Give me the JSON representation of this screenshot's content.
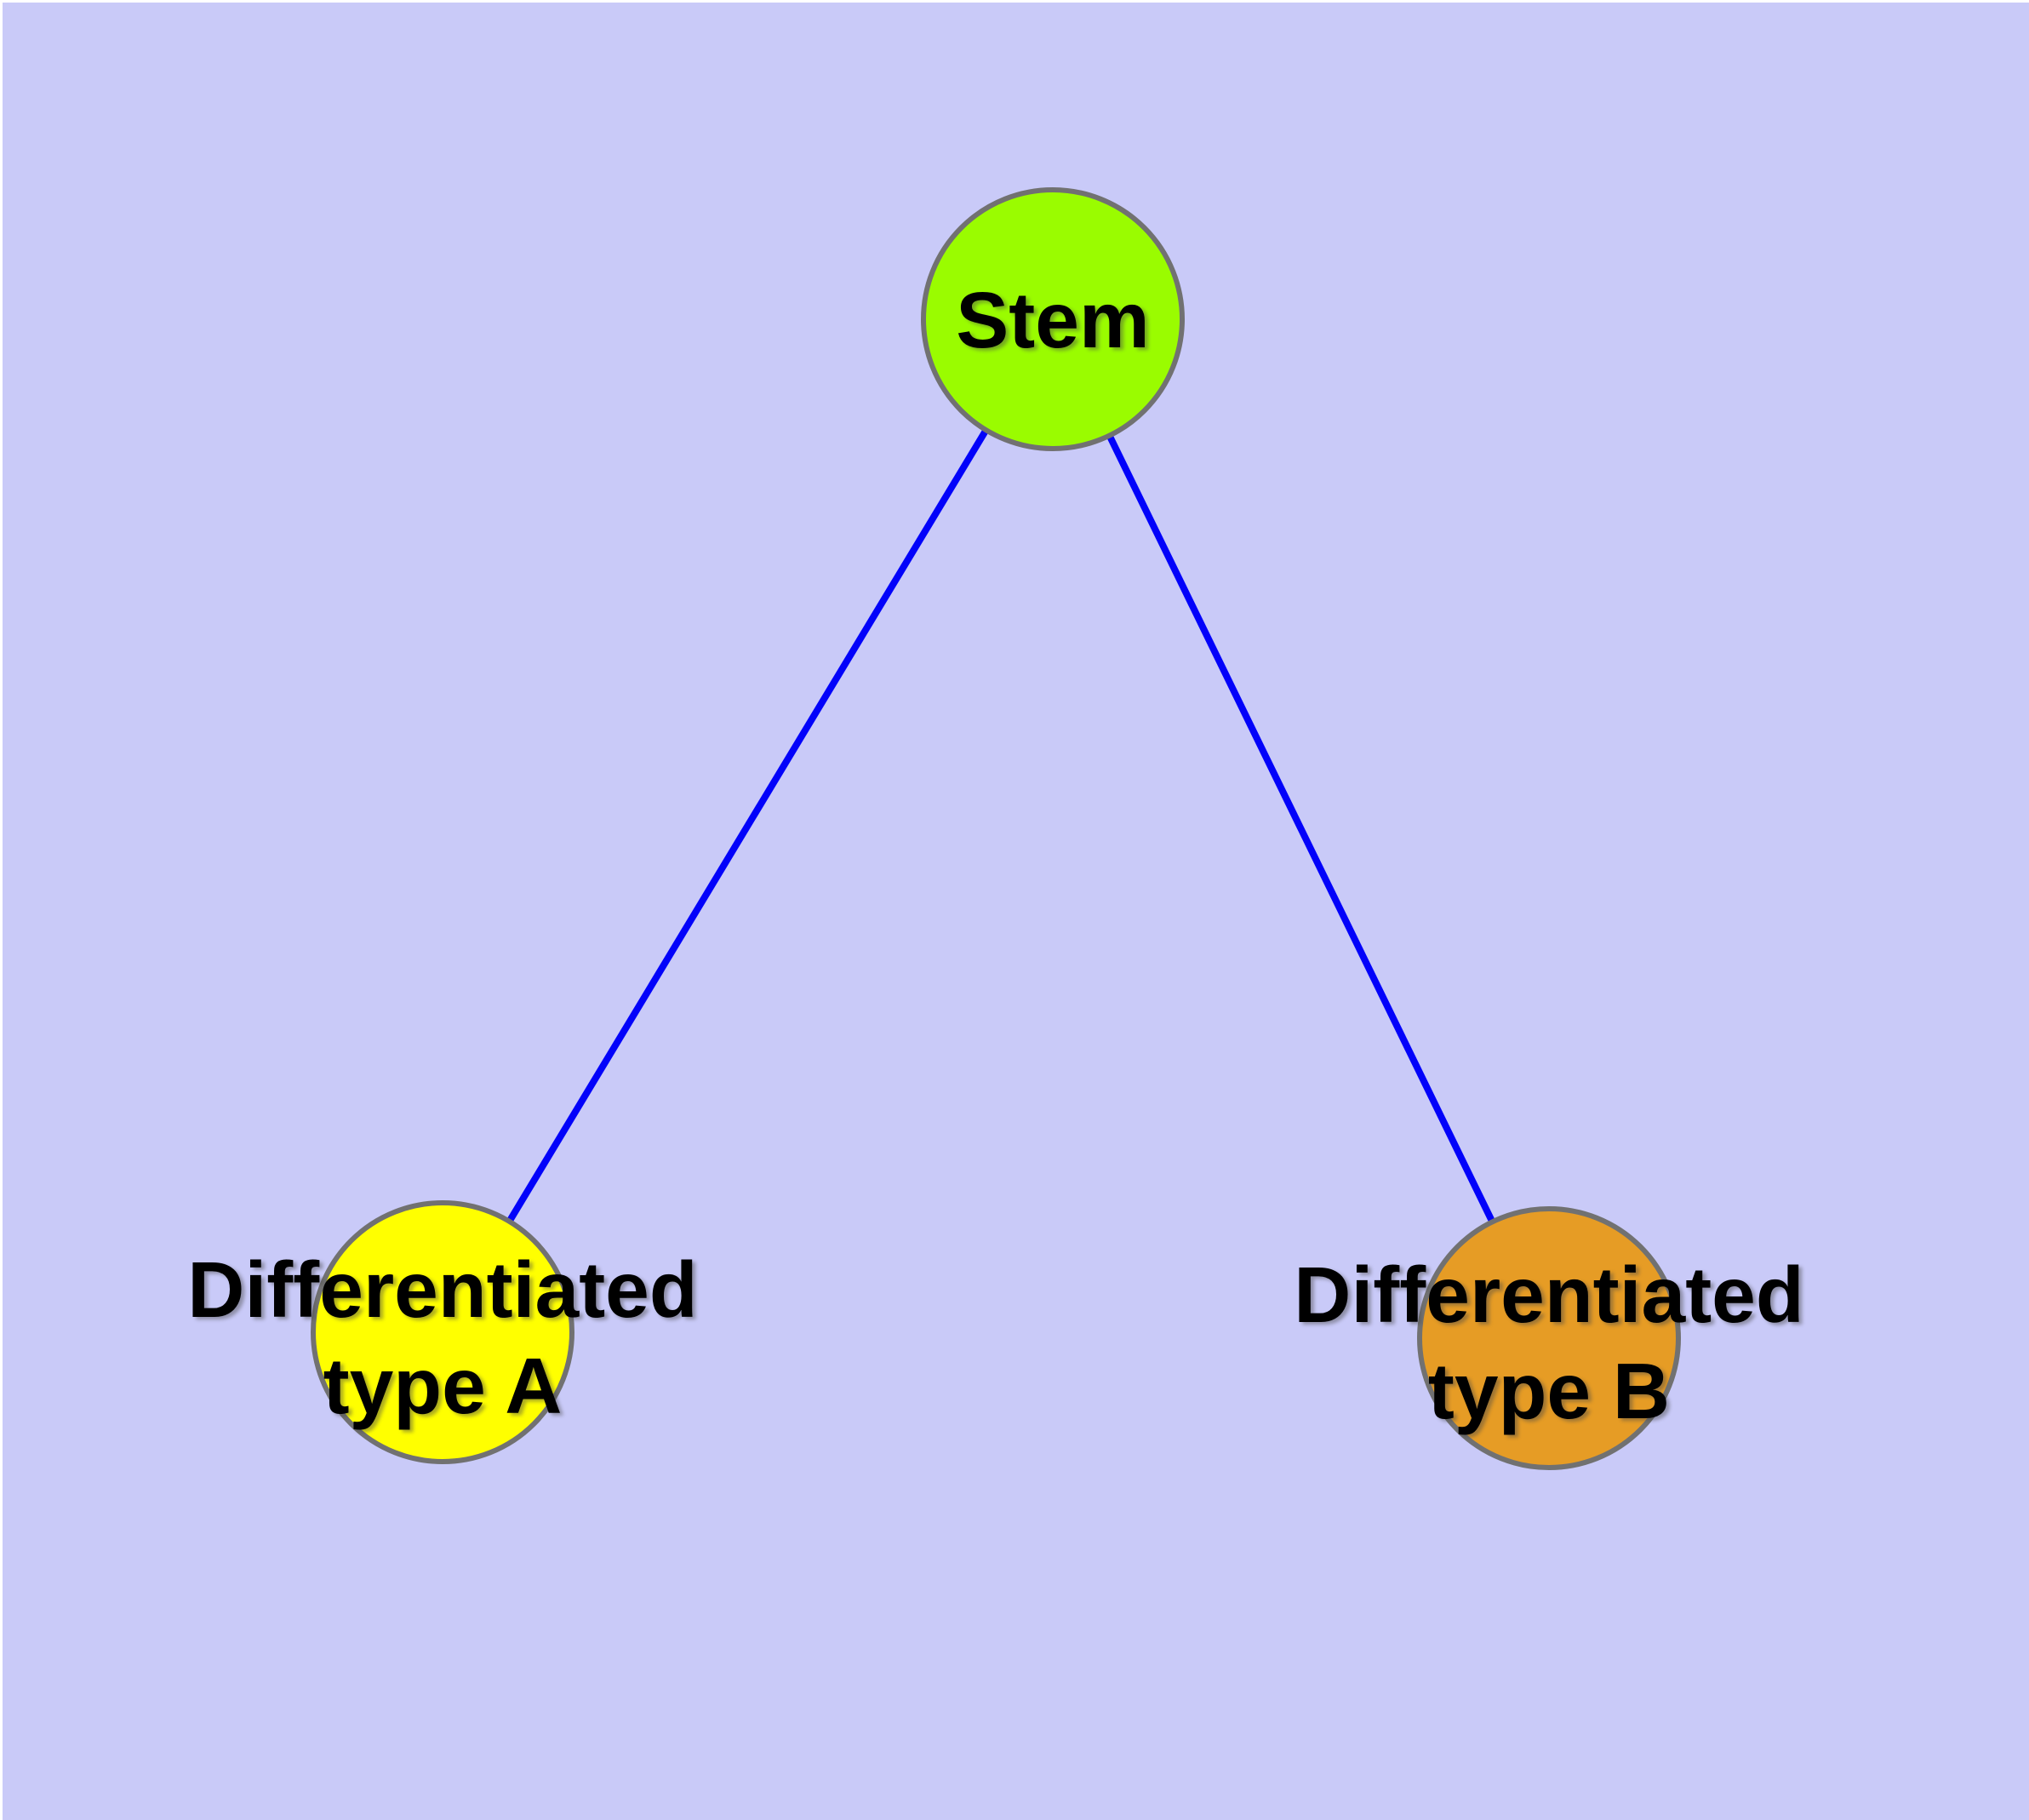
{
  "diagram": {
    "background_color": "#C9CAF8",
    "top_border_color": "#FFFFFF",
    "edge_color": "#0202FA",
    "node_border_color": "#717171",
    "label_color": "#000000",
    "nodes": [
      {
        "id": "stem",
        "label_lines": [
          "Stem"
        ],
        "fill": "#9AFC00"
      },
      {
        "id": "type-a",
        "label_lines": [
          "Differentiated",
          "type A"
        ],
        "fill": "#FFFF00"
      },
      {
        "id": "type-b",
        "label_lines": [
          "Differentiated",
          "type B"
        ],
        "fill": "#E69C25"
      }
    ],
    "edges": [
      {
        "from": "stem",
        "to": "type-a"
      },
      {
        "from": "stem",
        "to": "type-b"
      }
    ]
  }
}
